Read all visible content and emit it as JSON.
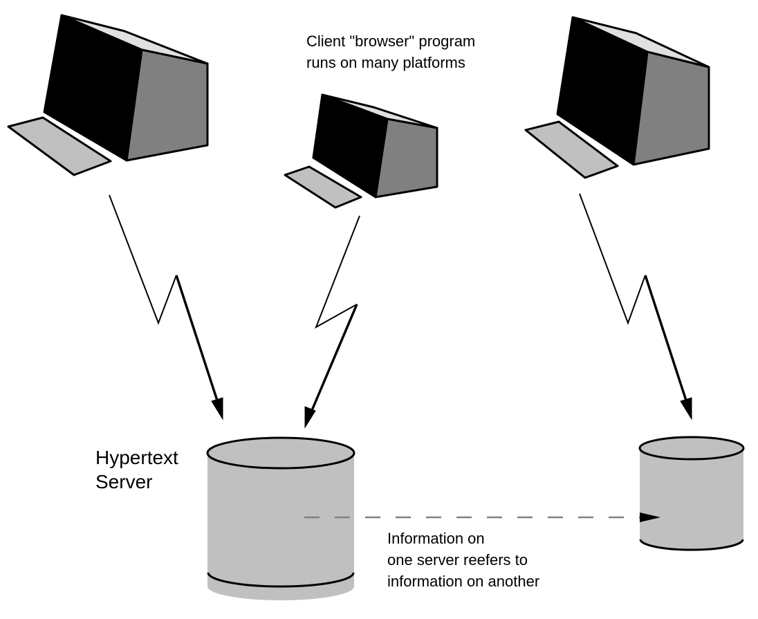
{
  "labels": {
    "client_line1": "Client \"browser\" program",
    "client_line2": "runs on many platforms",
    "server_line1": "Hypertext",
    "server_line2": "Server",
    "link_line1": "Information on",
    "link_line2": "one server reefers to",
    "link_line3": "information on another"
  },
  "colors": {
    "screen": "#000000",
    "monitor_side": "#808080",
    "monitor_top": "#e0e0e0",
    "keyboard": "#c0c0c0",
    "server": "#c0c0c0",
    "dashed_link": "#808080"
  },
  "icons": [
    "computer-icon",
    "server-database-icon"
  ]
}
